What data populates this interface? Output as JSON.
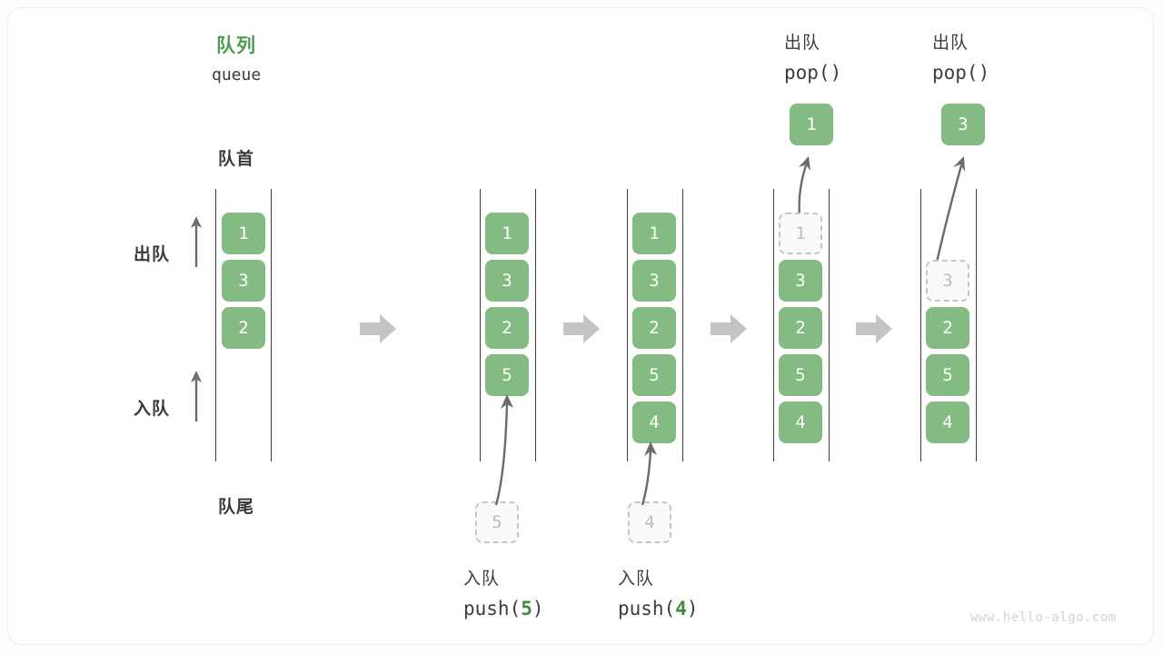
{
  "diagram": {
    "title_cn": "队列",
    "title_en": "queue",
    "front_label": "队首",
    "rear_label": "队尾",
    "dequeue_label": "出队",
    "enqueue_label": "入队",
    "watermark": "www.hello-algo.com",
    "colors": {
      "cell_green": "#84bb82",
      "title_green": "#4f9c4f",
      "arg_green": "#3e8a3e",
      "ghost_border": "#c6c6c6",
      "ghost_text": "#bdbdbd",
      "rail": "#3d3d3d",
      "step_arrow": "#c4c4c4",
      "thin_arrow": "#6b6b6b",
      "text": "#3a3a3a"
    },
    "panels": [
      {
        "id": "initial",
        "caption_cn": "",
        "caption_code": "",
        "cells": [
          {
            "value": "1",
            "state": "filled"
          },
          {
            "value": "3",
            "state": "filled"
          },
          {
            "value": "2",
            "state": "filled"
          }
        ],
        "side_labels": [
          {
            "text": "出队",
            "icon": "up-arrow-icon"
          },
          {
            "text": "入队",
            "icon": "up-arrow-icon"
          }
        ],
        "floating": null,
        "result": null
      },
      {
        "id": "push-5",
        "caption_cn": "入队",
        "caption_code_prefix": "push(",
        "caption_code_arg": "5",
        "caption_code_suffix": ")",
        "cells": [
          {
            "value": "1",
            "state": "filled"
          },
          {
            "value": "3",
            "state": "filled"
          },
          {
            "value": "2",
            "state": "filled"
          },
          {
            "value": "5",
            "state": "filled"
          }
        ],
        "floating": {
          "value": "5",
          "state": "ghost",
          "position": "below"
        },
        "result": null
      },
      {
        "id": "push-4",
        "caption_cn": "入队",
        "caption_code_prefix": "push(",
        "caption_code_arg": "4",
        "caption_code_suffix": ")",
        "cells": [
          {
            "value": "1",
            "state": "filled"
          },
          {
            "value": "3",
            "state": "filled"
          },
          {
            "value": "2",
            "state": "filled"
          },
          {
            "value": "5",
            "state": "filled"
          },
          {
            "value": "4",
            "state": "filled"
          }
        ],
        "floating": {
          "value": "4",
          "state": "ghost",
          "position": "below"
        },
        "result": null
      },
      {
        "id": "pop-1",
        "header_cn": "出队",
        "header_code": "pop()",
        "cells": [
          {
            "value": "1",
            "state": "ghost"
          },
          {
            "value": "3",
            "state": "filled"
          },
          {
            "value": "2",
            "state": "filled"
          },
          {
            "value": "5",
            "state": "filled"
          },
          {
            "value": "4",
            "state": "filled"
          }
        ],
        "result": {
          "value": "1",
          "state": "filled",
          "position": "above"
        }
      },
      {
        "id": "pop-3",
        "header_cn": "出队",
        "header_code": "pop()",
        "cells": [
          {
            "value": "",
            "state": "empty"
          },
          {
            "value": "3",
            "state": "ghost"
          },
          {
            "value": "2",
            "state": "filled"
          },
          {
            "value": "5",
            "state": "filled"
          },
          {
            "value": "4",
            "state": "filled"
          }
        ],
        "result": {
          "value": "3",
          "state": "filled",
          "position": "above"
        }
      }
    ],
    "step_arrows": 4
  }
}
